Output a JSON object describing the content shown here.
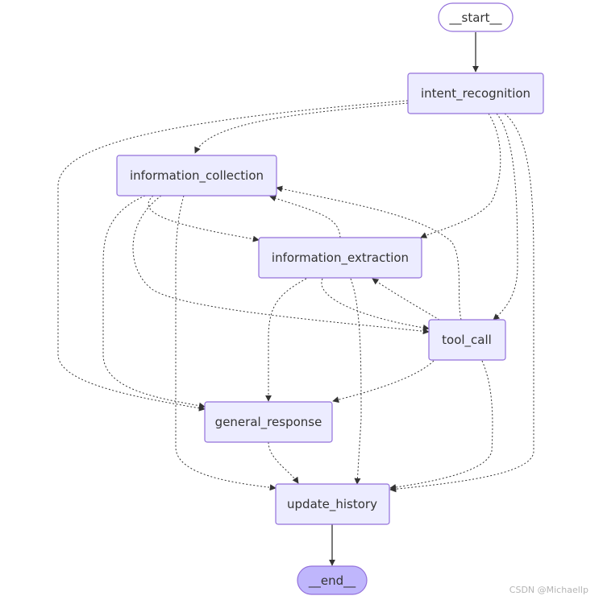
{
  "nodes": {
    "start": "__start__",
    "intent_recognition": "intent_recognition",
    "information_collection": "information_collection",
    "information_extraction": "information_extraction",
    "tool_call": "tool_call",
    "general_response": "general_response",
    "update_history": "update_history",
    "end": "__end__"
  },
  "edges": [
    {
      "from": "__start__",
      "to": "intent_recognition",
      "style": "solid"
    },
    {
      "from": "intent_recognition",
      "to": "information_collection",
      "style": "dotted"
    },
    {
      "from": "intent_recognition",
      "to": "general_response",
      "style": "dotted"
    },
    {
      "from": "intent_recognition",
      "to": "information_extraction",
      "style": "dotted"
    },
    {
      "from": "intent_recognition",
      "to": "tool_call",
      "style": "dotted"
    },
    {
      "from": "intent_recognition",
      "to": "update_history",
      "style": "dotted"
    },
    {
      "from": "information_collection",
      "to": "information_extraction",
      "style": "dotted"
    },
    {
      "from": "information_collection",
      "to": "tool_call",
      "style": "dotted"
    },
    {
      "from": "information_collection",
      "to": "general_response",
      "style": "dotted"
    },
    {
      "from": "information_collection",
      "to": "update_history",
      "style": "dotted"
    },
    {
      "from": "information_extraction",
      "to": "information_collection",
      "style": "dotted"
    },
    {
      "from": "information_extraction",
      "to": "tool_call",
      "style": "dotted"
    },
    {
      "from": "information_extraction",
      "to": "general_response",
      "style": "dotted"
    },
    {
      "from": "information_extraction",
      "to": "update_history",
      "style": "dotted"
    },
    {
      "from": "tool_call",
      "to": "information_collection",
      "style": "dotted"
    },
    {
      "from": "tool_call",
      "to": "information_extraction",
      "style": "dotted"
    },
    {
      "from": "tool_call",
      "to": "general_response",
      "style": "dotted"
    },
    {
      "from": "tool_call",
      "to": "update_history",
      "style": "dotted"
    },
    {
      "from": "general_response",
      "to": "update_history",
      "style": "dotted"
    },
    {
      "from": "update_history",
      "to": "__end__",
      "style": "solid"
    }
  ],
  "colors": {
    "node_fill": "#ECECFF",
    "node_stroke": "#9370DB",
    "end_fill": "#BFB6FC",
    "edge": "#333333"
  },
  "watermark": "CSDN @MichaelIp"
}
